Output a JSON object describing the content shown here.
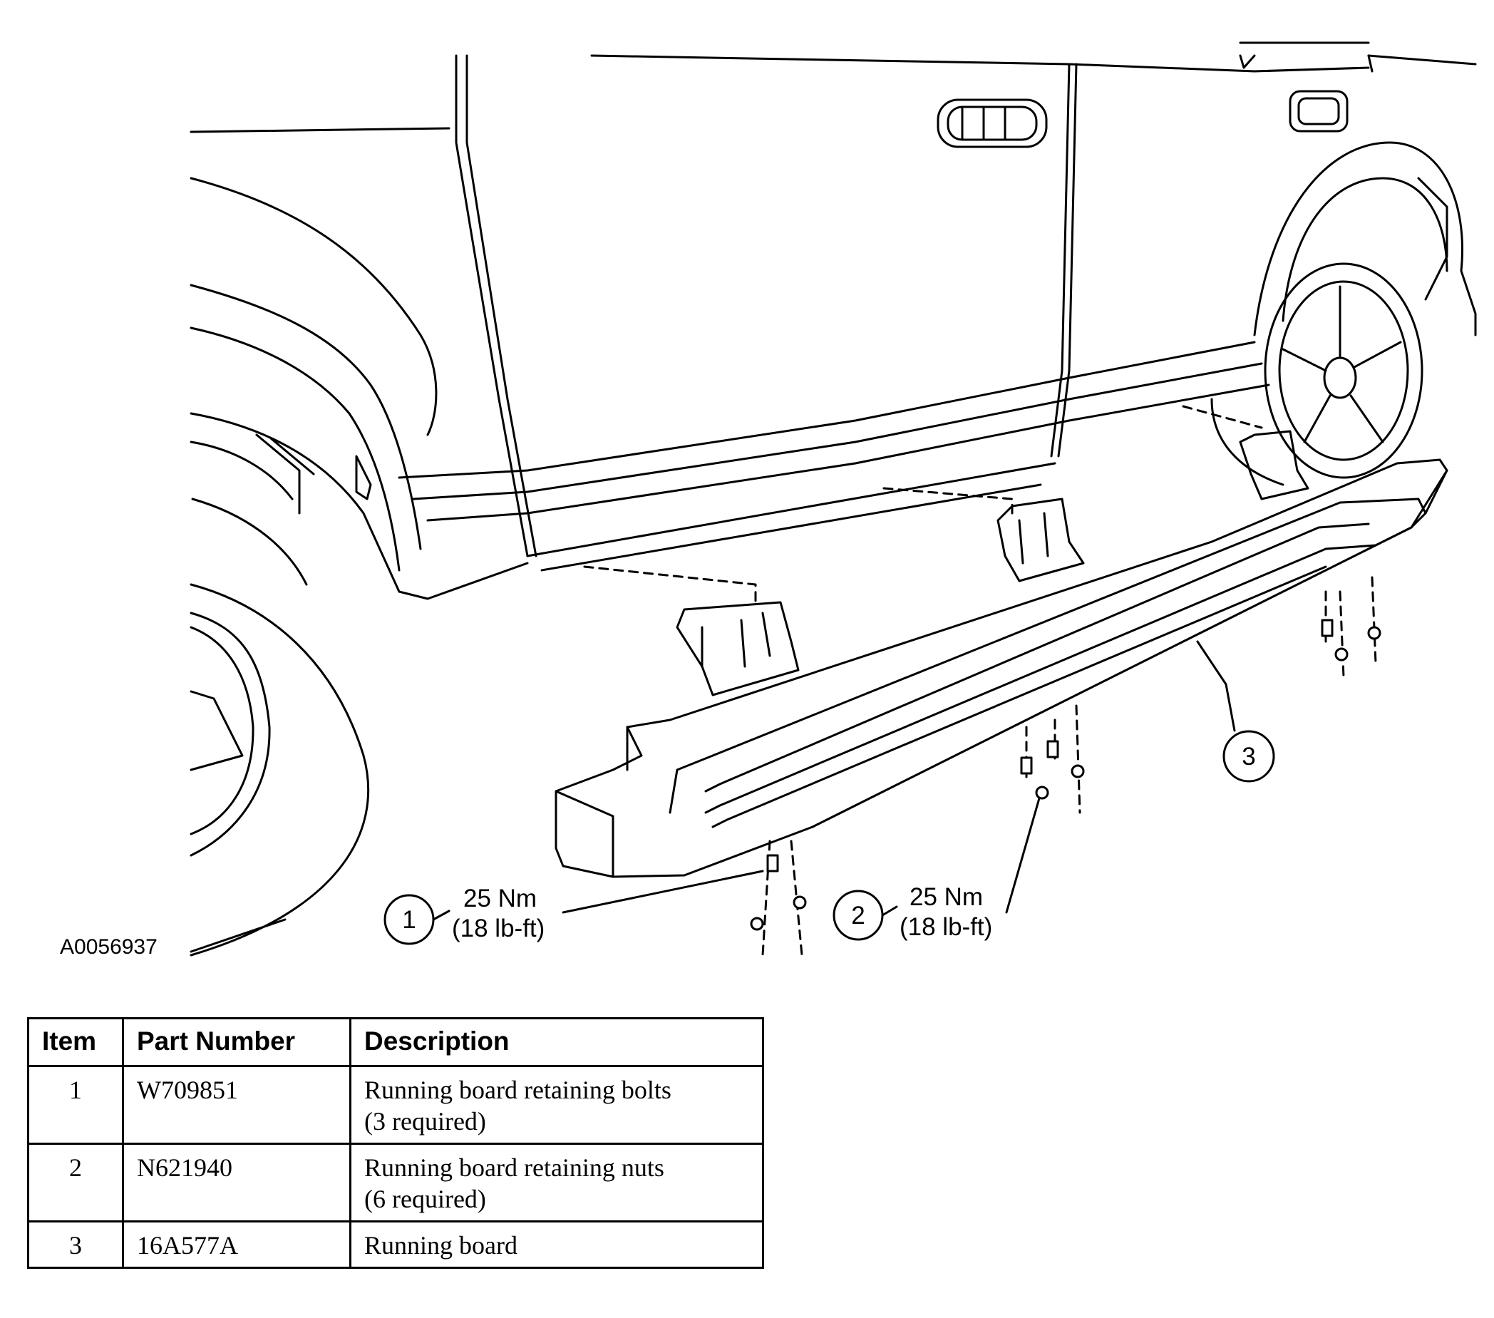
{
  "figure_id": "A0056937",
  "callouts": [
    {
      "number": "1",
      "torque_nm": "25 Nm",
      "torque_lbft": "(18 lb-ft)"
    },
    {
      "number": "2",
      "torque_nm": "25 Nm",
      "torque_lbft": "(18 lb-ft)"
    },
    {
      "number": "3"
    }
  ],
  "table": {
    "headers": [
      "Item",
      "Part Number",
      "Description"
    ],
    "rows": [
      {
        "item": "1",
        "part_number": "W709851",
        "description_line1": "Running board retaining bolts",
        "description_line2": "(3 required)"
      },
      {
        "item": "2",
        "part_number": "N621940",
        "description_line1": "Running board retaining nuts",
        "description_line2": "(6 required)"
      },
      {
        "item": "3",
        "part_number": "16A577A",
        "description_line1": "Running board",
        "description_line2": ""
      }
    ]
  }
}
